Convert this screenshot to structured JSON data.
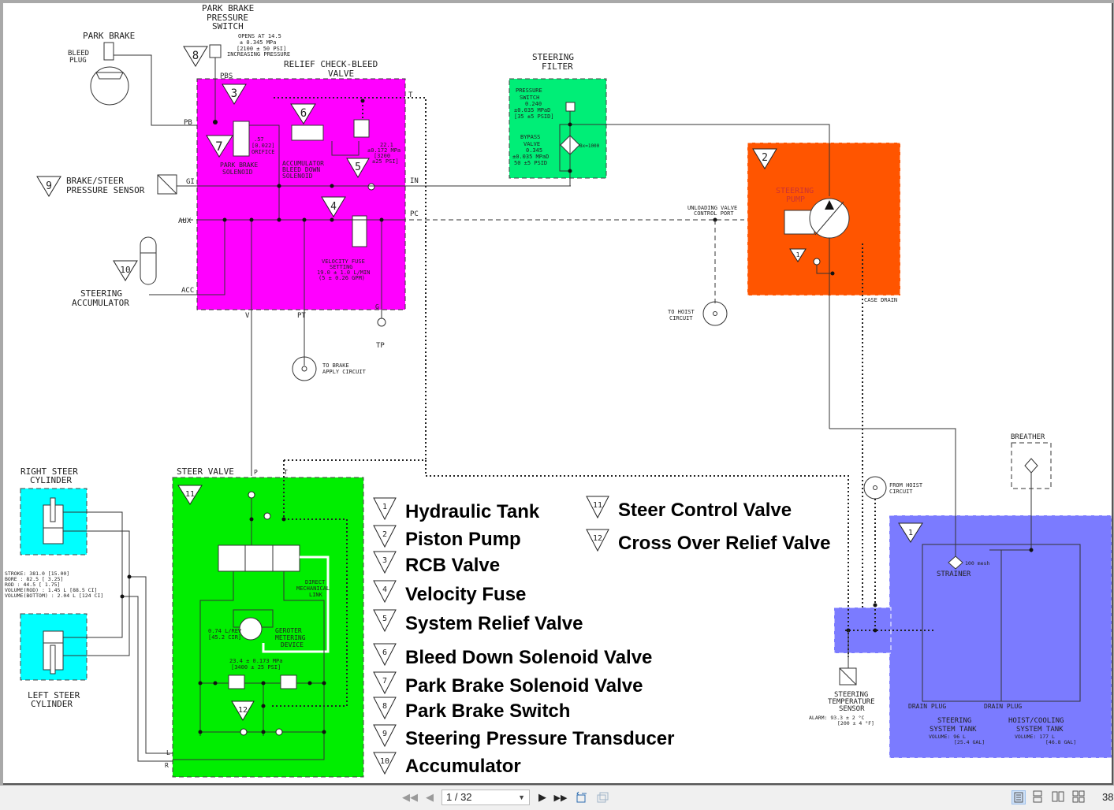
{
  "colors": {
    "rcb_block": "#ff00ff",
    "steering_filter_block": "#00ee77",
    "pump_block": "#ff5500",
    "steer_valve_block": "#00ee00",
    "cylinder_block": "#00ffff",
    "tank_block": "#7b7bff",
    "viewer_background": "#a9a9a9",
    "toolbar_background": "#f0f0f0"
  },
  "diagram": {
    "park_brake": {
      "title": "PARK BRAKE",
      "bleed_plug": [
        "BLEED",
        "PLUG"
      ]
    },
    "park_brake_pressure_switch": {
      "title": [
        "PARK BRAKE",
        "PRESSURE",
        "SWITCH"
      ],
      "spec": [
        "OPENS AT 14.5",
        "± 0.345 MPa",
        "[2100 ± 50 PSI]",
        "INCREASING PRESSURE"
      ],
      "badge": "8"
    },
    "rcb_valve": {
      "title": [
        "RELIEF CHECK-BLEED",
        "VALVE"
      ],
      "ports": {
        "pbs": "PBS",
        "pb": "PB",
        "gi": "GI",
        "aux": "AUX",
        "acc": "ACC",
        "t": "T",
        "in": "IN",
        "pc": "PC",
        "v": "V",
        "pt": "PT",
        "g": "G"
      },
      "badges": {
        "rcb": "3",
        "bleed_down": "6",
        "park_brake_solenoid": "7",
        "system_relief": "5",
        "velocity_fuse": "4"
      },
      "orifice": [
        ".57",
        "[0.022]",
        "ORIFICE"
      ],
      "park_brake_solenoid": [
        "PARK BRAKE",
        "SOLENOID"
      ],
      "accumulator_solenoid": [
        "ACCUMULATOR",
        "BLEED DOWN",
        "SOLENOID"
      ],
      "relief_spec": [
        "22.1",
        "±0.172 MPa",
        "[3200",
        "±25 PSI]"
      ],
      "velocity_fuse_spec": [
        "VELOCITY FUSE",
        "SETTING",
        "19.0 ± 1.0 L/MIN",
        "(5 ± 0.26 GPM)"
      ]
    },
    "brake_steer_sensor": {
      "badge": "9",
      "label": [
        "BRAKE/STEER",
        "PRESSURE SENSOR"
      ]
    },
    "steering_accumulator": {
      "badge": "10",
      "label": [
        "STEERING",
        "ACCUMULATOR"
      ]
    },
    "test_point": "TP",
    "to_brake_apply": [
      "TO BRAKE",
      "APPLY CIRCUIT"
    ],
    "steering_filter": {
      "title": [
        "STEERING",
        "FILTER"
      ],
      "pressure_switch": [
        "PRESSURE",
        "SWITCH",
        "0.240",
        "±0.035 MPaD",
        "[35 ±5 PSID]"
      ],
      "bypass_valve": [
        "BYPASS",
        "VALVE",
        "0.345",
        "±0.035 MPaD",
        "50 ±5 PSID"
      ],
      "beta": "Bx=1000"
    },
    "steering_pump": {
      "badge": "2",
      "title": [
        "STEERING",
        "PUMP"
      ],
      "tank_badge": "1",
      "unloading_port": [
        "UNLOADING VALVE",
        "CONTROL PORT"
      ],
      "case_drain": "CASE DRAIN",
      "to_hoist": [
        "TO HOIST",
        "CIRCUIT"
      ]
    },
    "cylinders": {
      "right": [
        "RIGHT STEER",
        "CYLINDER"
      ],
      "left": [
        "LEFT STEER",
        "CYLINDER"
      ],
      "specs": [
        "STROKE: 381.0 [15.00]",
        "BORE  :  82.5 [ 3.25]",
        "ROD   :  44.5 [ 1.75]",
        "VOLUME(ROD)    : 1.45 L [88.5 CI]",
        "VOLUME(BOTTOM) : 2.04 L [124 CI]"
      ]
    },
    "steer_valve": {
      "title": "STEER VALVE",
      "badge": "11",
      "crossover_badge": "12",
      "ports": {
        "p": "P",
        "t": "T",
        "l": "L",
        "r": "R"
      },
      "mech_link": [
        "DIRECT",
        "MECHANICAL",
        "LINK"
      ],
      "displacement": [
        "0.74 L/REV",
        "[45.2 CIR]"
      ],
      "gerotor": [
        "GEROTER",
        "METERING",
        "DEVICE"
      ],
      "relief_spec": [
        "23.4 ± 0.173 MPa",
        "[3400 ± 25 PSI]"
      ]
    },
    "from_hoist": [
      "FROM HOIST",
      "CIRCUIT"
    ],
    "breather": "BREATHER",
    "temp_sensor": {
      "label": [
        "STEERING",
        "TEMPERATURE",
        "SENSOR"
      ],
      "alarm": [
        "ALARM: 93.3 ± 2 °C",
        "[200 ± 4 °F]"
      ]
    },
    "tank": {
      "badge": "1",
      "strainer": "STRAINER",
      "mesh": "100 mesh",
      "drain_plug": "DRAIN PLUG",
      "steering_tank": [
        "STEERING",
        "SYSTEM TANK",
        "VOLUME: 96 L",
        "[25.4 GAL]"
      ],
      "hoist_tank": [
        "HOIST/COOLING",
        "SYSTEM TANK",
        "VOLUME: 177 L",
        "[46.8 GAL]"
      ]
    }
  },
  "legend": [
    {
      "num": "1",
      "label": "Hydraulic Tank"
    },
    {
      "num": "2",
      "label": "Piston Pump"
    },
    {
      "num": "3",
      "label": "RCB Valve"
    },
    {
      "num": "4",
      "label": "Velocity Fuse"
    },
    {
      "num": "5",
      "label": "System Relief Valve"
    },
    {
      "num": "6",
      "label": "Bleed Down Solenoid Valve"
    },
    {
      "num": "7",
      "label": "Park Brake Solenoid Valve"
    },
    {
      "num": "8",
      "label": "Park Brake Switch"
    },
    {
      "num": "9",
      "label": "Steering Pressure Transducer"
    },
    {
      "num": "10",
      "label": "Accumulator"
    },
    {
      "num": "11",
      "label": "Steer Control Valve"
    },
    {
      "num": "12",
      "label": "Cross Over Relief Valve"
    }
  ],
  "toolbar": {
    "page_indicator": "1 / 32",
    "zoom_label": "38",
    "icons": [
      "first-page-icon",
      "previous-page-icon",
      "next-page-icon",
      "last-page-icon",
      "previous-view-icon",
      "next-view-icon",
      "single-page-icon",
      "continuous-icon",
      "facing-icon",
      "continuous-facing-icon"
    ]
  }
}
